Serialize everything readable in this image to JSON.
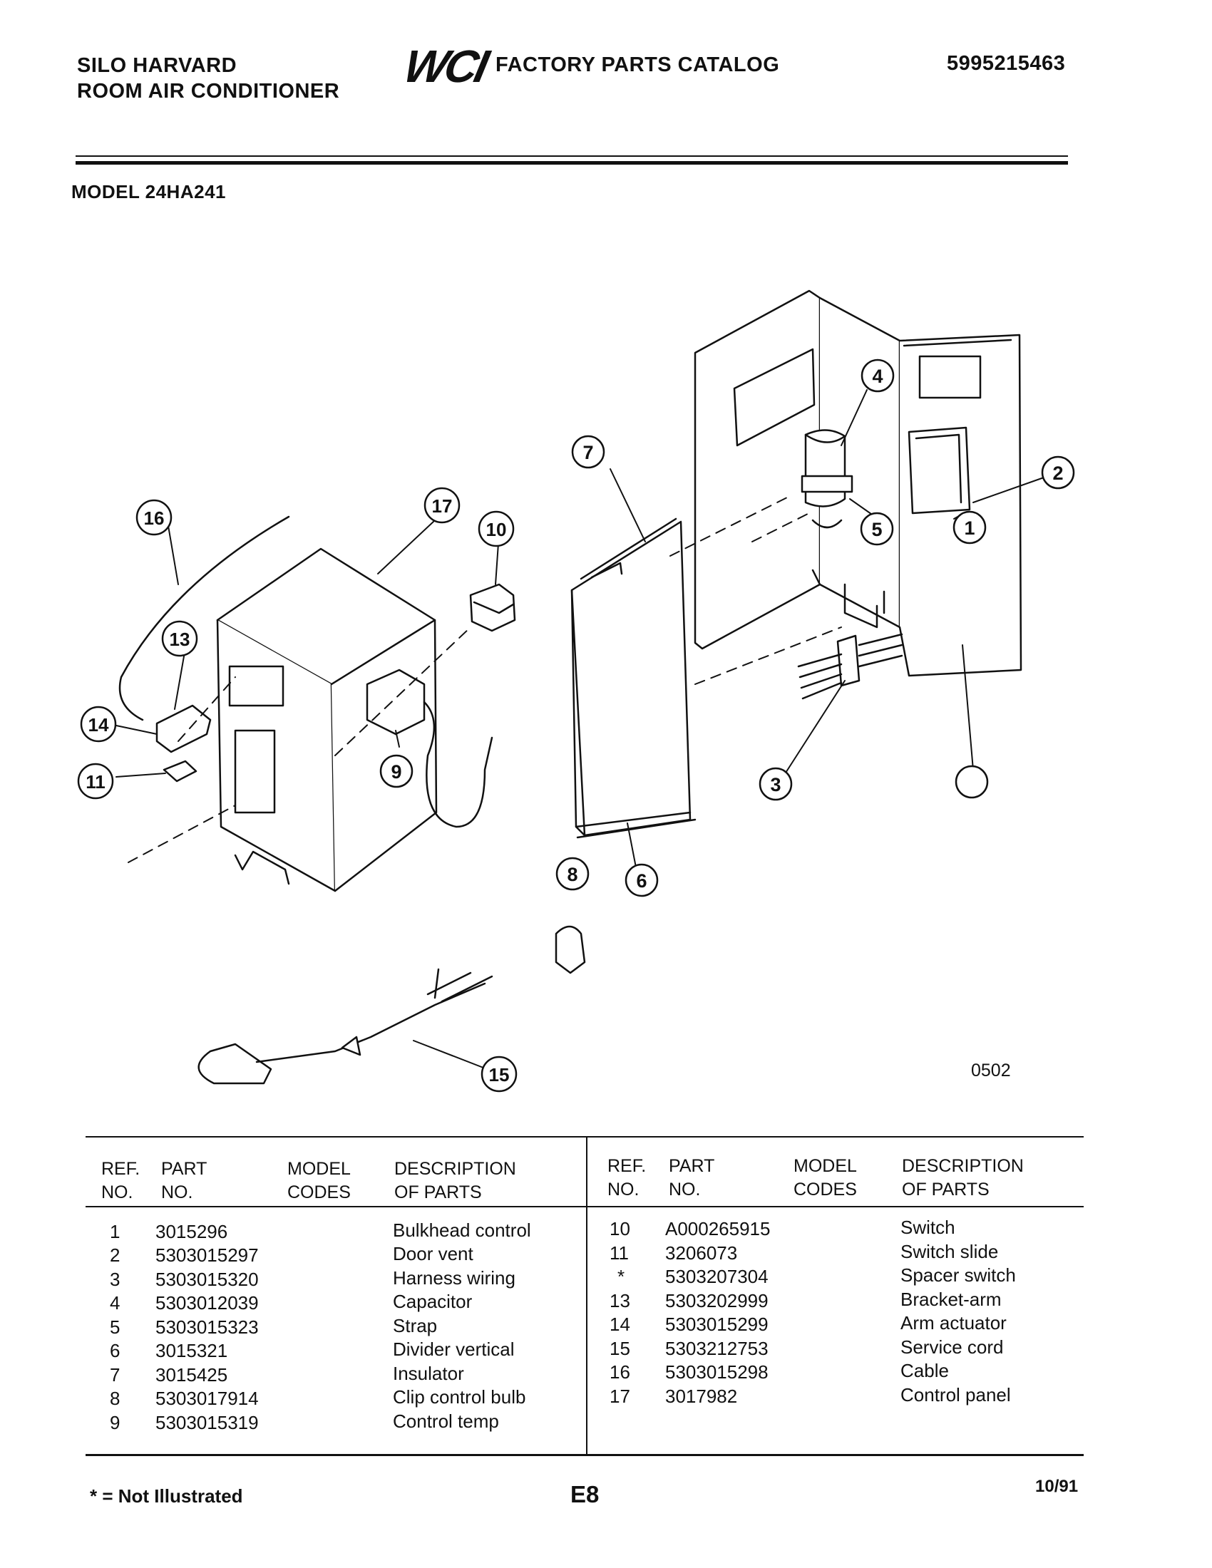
{
  "header": {
    "brand_line1": "SILO HARVARD",
    "brand_line2": "ROOM AIR CONDITIONER",
    "logo": "WCI",
    "catalog_title": "FACTORY PARTS CATALOG",
    "catalog_number": "5995215463",
    "model": "MODEL 24HA241"
  },
  "diagram": {
    "callouts": [
      "1",
      "2",
      "3",
      "4",
      "5",
      "6",
      "7",
      "8",
      "9",
      "10",
      "11",
      "13",
      "14",
      "15",
      "16",
      "17"
    ],
    "code": "0502"
  },
  "table": {
    "headers": {
      "ref_1": "REF.",
      "ref_2": "NO.",
      "part_1": "PART",
      "part_2": "NO.",
      "model_1": "MODEL",
      "model_2": "CODES",
      "desc_1": "DESCRIPTION",
      "desc_2": "OF PARTS"
    },
    "left_rows": [
      {
        "ref": "1",
        "part": "3015296",
        "desc": "Bulkhead control"
      },
      {
        "ref": "2",
        "part": "5303015297",
        "desc": "Door vent"
      },
      {
        "ref": "3",
        "part": "5303015320",
        "desc": "Harness wiring"
      },
      {
        "ref": "4",
        "part": "5303012039",
        "desc": "Capacitor"
      },
      {
        "ref": "5",
        "part": "5303015323",
        "desc": "Strap"
      },
      {
        "ref": "6",
        "part": "3015321",
        "desc": "Divider vertical"
      },
      {
        "ref": "7",
        "part": "3015425",
        "desc": "Insulator"
      },
      {
        "ref": "8",
        "part": "5303017914",
        "desc": "Clip control bulb"
      },
      {
        "ref": "9",
        "part": "5303015319",
        "desc": "Control temp"
      }
    ],
    "right_rows": [
      {
        "ref": "10",
        "part": "A000265915",
        "desc": "Switch"
      },
      {
        "ref": "11",
        "part": "3206073",
        "desc": "Switch slide"
      },
      {
        "ref": "*",
        "part": "5303207304",
        "desc": "Spacer switch"
      },
      {
        "ref": "13",
        "part": "5303202999",
        "desc": "Bracket-arm"
      },
      {
        "ref": "14",
        "part": "5303015299",
        "desc": "Arm actuator"
      },
      {
        "ref": "15",
        "part": "5303212753",
        "desc": "Service cord"
      },
      {
        "ref": "16",
        "part": "5303015298",
        "desc": "Cable"
      },
      {
        "ref": "17",
        "part": "3017982",
        "desc": "Control panel"
      }
    ]
  },
  "footer": {
    "note": "* = Not Illustrated",
    "page": "E8",
    "date": "10/91"
  }
}
